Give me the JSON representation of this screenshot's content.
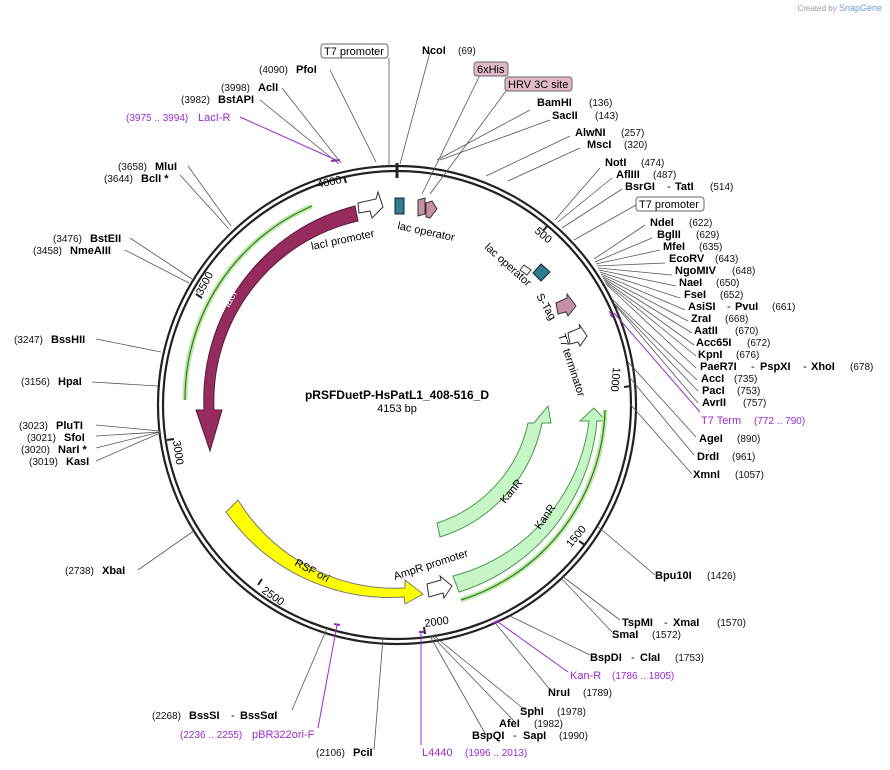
{
  "branding": {
    "created_by": "Created by",
    "app": "SnapGene"
  },
  "plasmid": {
    "name": "pRSFDuetP-HsPatL1_408-516_D",
    "length_label": "4153 bp",
    "length": 4153
  },
  "ruler": [
    "500",
    "1000",
    "1500",
    "2000",
    "2500",
    "3000",
    "3500",
    "4000"
  ],
  "enzymes": [
    {
      "name": "NcoI",
      "pos": "(69)"
    },
    {
      "name": "BamHI",
      "pos": "(136)"
    },
    {
      "name": "SacII",
      "pos": "(143)"
    },
    {
      "name": "AlwNI",
      "pos": "(257)"
    },
    {
      "name": "MscI",
      "pos": "(320)"
    },
    {
      "name": "NotI",
      "pos": "(474)"
    },
    {
      "name": "AflIII",
      "pos": "(487)"
    },
    {
      "name": "BsrGI",
      "pos": "(514)",
      "alt": "TatI"
    },
    {
      "name": "NdeI",
      "pos": "(622)"
    },
    {
      "name": "BglII",
      "pos": "(629)"
    },
    {
      "name": "MfeI",
      "pos": "(635)"
    },
    {
      "name": "EcoRV",
      "pos": "(643)"
    },
    {
      "name": "NgoMIV",
      "pos": "(648)"
    },
    {
      "name": "NaeI",
      "pos": "(650)"
    },
    {
      "name": "FseI",
      "pos": "(652)"
    },
    {
      "name": "AsiSI",
      "pos": "(661)",
      "alt": "PvuI"
    },
    {
      "name": "ZraI",
      "pos": "(668)"
    },
    {
      "name": "AatII",
      "pos": "(670)"
    },
    {
      "name": "Acc65I",
      "pos": "(672)"
    },
    {
      "name": "KpnI",
      "pos": "(676)"
    },
    {
      "name": "PaeR7I",
      "pos": "(678)",
      "alt": "PspXI",
      "alt2": "XhoI"
    },
    {
      "name": "AccI",
      "pos": "(735)"
    },
    {
      "name": "PacI",
      "pos": "(753)"
    },
    {
      "name": "AvrII",
      "pos": "(757)"
    },
    {
      "name": "AgeI",
      "pos": "(890)"
    },
    {
      "name": "DrdI",
      "pos": "(961)"
    },
    {
      "name": "XmnI",
      "pos": "(1057)"
    },
    {
      "name": "Bpu10I",
      "pos": "(1426)"
    },
    {
      "name": "TspMI",
      "pos": "(1570)",
      "alt": "XmaI"
    },
    {
      "name": "SmaI",
      "pos": "(1572)"
    },
    {
      "name": "BspDI",
      "pos": "(1753)",
      "alt": "ClaI"
    },
    {
      "name": "NruI",
      "pos": "(1789)"
    },
    {
      "name": "SphI",
      "pos": "(1978)"
    },
    {
      "name": "AfeI",
      "pos": "(1982)"
    },
    {
      "name": "BspQI",
      "pos": "(1990)",
      "alt": "SapI"
    },
    {
      "name": "PciI",
      "pos": "(2106)"
    },
    {
      "name": "BssSI",
      "pos": "(2268)",
      "alt": "BssSαI"
    },
    {
      "name": "XbaI",
      "pos": "(2738)"
    },
    {
      "name": "KasI",
      "pos": "(3019)"
    },
    {
      "name": "NarI *",
      "pos": "(3020)"
    },
    {
      "name": "SfoI",
      "pos": "(3021)"
    },
    {
      "name": "PluTI",
      "pos": "(3023)"
    },
    {
      "name": "HpaI",
      "pos": "(3156)"
    },
    {
      "name": "BssHII",
      "pos": "(3247)"
    },
    {
      "name": "NmeAIII",
      "pos": "(3458)"
    },
    {
      "name": "BstEII",
      "pos": "(3476)"
    },
    {
      "name": "BclI *",
      "pos": "(3644)"
    },
    {
      "name": "MluI",
      "pos": "(3658)"
    },
    {
      "name": "BstAPI",
      "pos": "(3982)"
    },
    {
      "name": "AclI",
      "pos": "(3998)"
    },
    {
      "name": "PfoI",
      "pos": "(4090)"
    }
  ],
  "primers": [
    {
      "name": "T7 Term",
      "pos": "(772 .. 790)"
    },
    {
      "name": "Kan-R",
      "pos": "(1786 .. 1805)"
    },
    {
      "name": "L4440",
      "pos": "(1996 .. 2013)"
    },
    {
      "name": "pBR322ori-F",
      "pos": "(2236 .. 2255)"
    },
    {
      "name": "LacI-R",
      "pos": "(3975 .. 3994)"
    }
  ],
  "boxed": [
    {
      "name": "T7 promoter"
    },
    {
      "name": "6xHis"
    },
    {
      "name": "HRV 3C site"
    },
    {
      "name": "T7 promoter"
    }
  ],
  "features": [
    {
      "name": "lacI promoter"
    },
    {
      "name": "lac operator"
    },
    {
      "name": "lac operator"
    },
    {
      "name": "S-Tag"
    },
    {
      "name": "T7 terminator"
    },
    {
      "name": "KanR"
    },
    {
      "name": "KanR"
    },
    {
      "name": "AmpR promoter"
    },
    {
      "name": "RSF ori"
    },
    {
      "name": "lacI"
    }
  ],
  "colors": {
    "lacI": "#962c5e",
    "rsf_ori": "#ffff00",
    "kanr": "#c8f5c8",
    "kanr_stroke": "#4a9a4a",
    "lac_operator": "#2e7e8f",
    "tag": "#c890a8",
    "primer": "#9b2bc8"
  }
}
